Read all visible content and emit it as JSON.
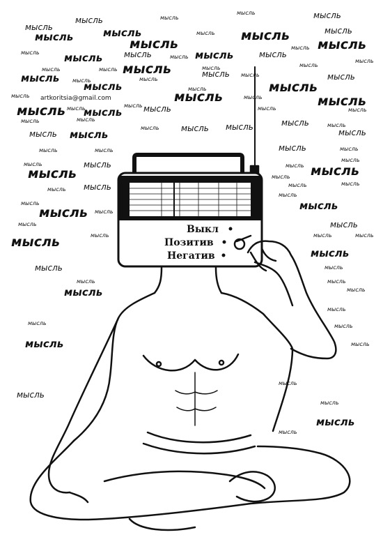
{
  "background_word": "мысль",
  "signature_email": "artkoritsia@gmail.com",
  "radio": {
    "options": [
      "Выкл",
      "Позитив",
      "Негатив"
    ]
  },
  "colors": {
    "ink": "#111111",
    "paper": "#ffffff"
  }
}
